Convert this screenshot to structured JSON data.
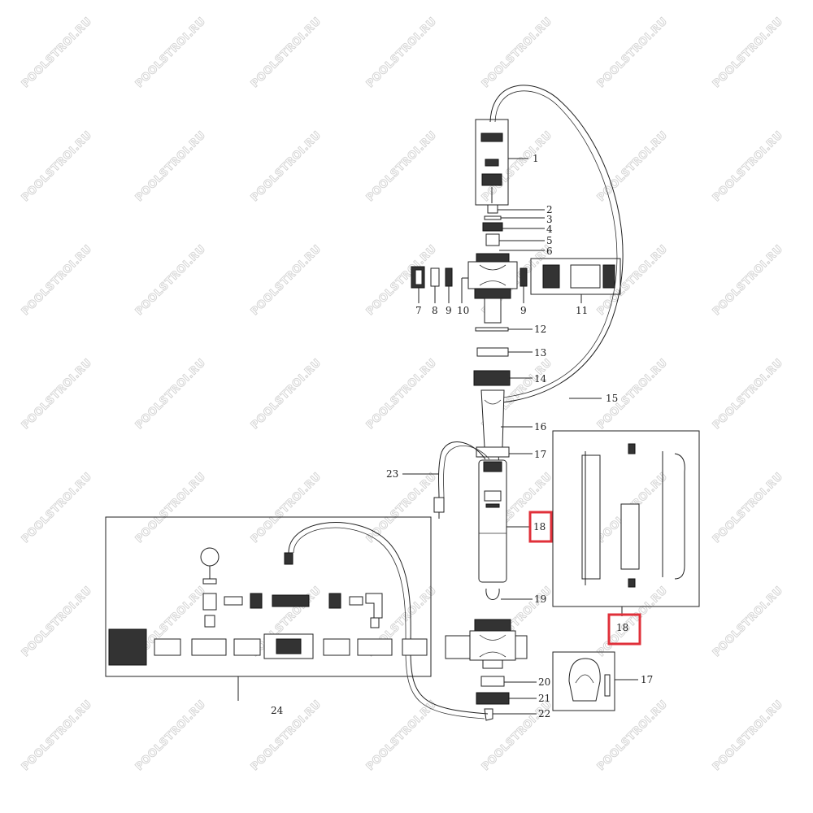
{
  "watermark": "POOLSTROI.RU",
  "callouts": [
    {
      "id": "c1",
      "text": "1"
    },
    {
      "id": "c2",
      "text": "2"
    },
    {
      "id": "c3",
      "text": "3"
    },
    {
      "id": "c4",
      "text": "4"
    },
    {
      "id": "c5",
      "text": "5"
    },
    {
      "id": "c6",
      "text": "6"
    },
    {
      "id": "c7",
      "text": "7"
    },
    {
      "id": "c8",
      "text": "8"
    },
    {
      "id": "c9a",
      "text": "9"
    },
    {
      "id": "c10",
      "text": "10"
    },
    {
      "id": "c9b",
      "text": "9"
    },
    {
      "id": "c11",
      "text": "11"
    },
    {
      "id": "c12",
      "text": "12"
    },
    {
      "id": "c13",
      "text": "13"
    },
    {
      "id": "c14",
      "text": "14"
    },
    {
      "id": "c15",
      "text": "15"
    },
    {
      "id": "c16",
      "text": "16"
    },
    {
      "id": "c17a",
      "text": "17"
    },
    {
      "id": "c23",
      "text": "23"
    },
    {
      "id": "c18a",
      "text": "18"
    },
    {
      "id": "c18b",
      "text": "18"
    },
    {
      "id": "c19",
      "text": "19"
    },
    {
      "id": "c20",
      "text": "20"
    },
    {
      "id": "c21",
      "text": "21"
    },
    {
      "id": "c22",
      "text": "22"
    },
    {
      "id": "c24",
      "text": "24"
    },
    {
      "id": "c17b",
      "text": "17"
    }
  ],
  "highlight_color": "#e0303a"
}
